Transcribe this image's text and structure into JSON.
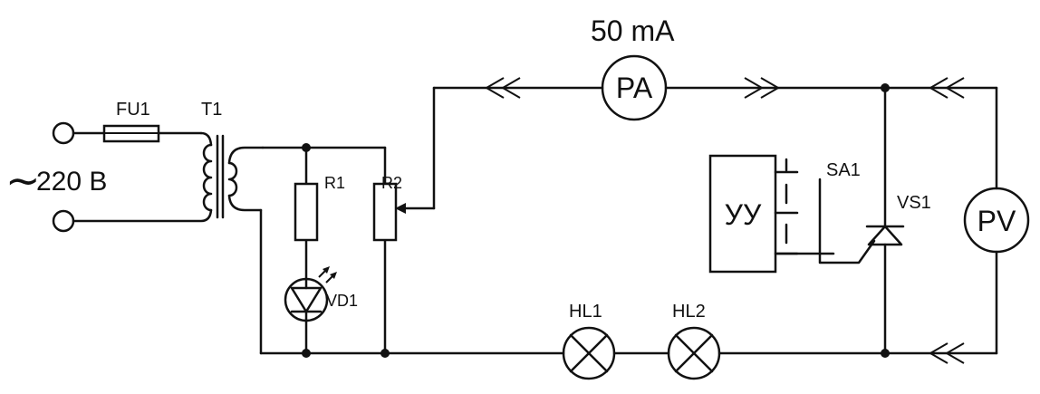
{
  "labels": {
    "current": "50 mA",
    "supply": "220 B",
    "fu1": "FU1",
    "t1": "T1",
    "r1": "R1",
    "r2": "R2",
    "vd1": "VD1",
    "pa": "PA",
    "pv": "PV",
    "yy": "УУ",
    "sa1": "SA1",
    "vs1": "VS1",
    "hl1": "HL1",
    "hl2": "HL2"
  },
  "icons": {
    "tilde": "∼"
  }
}
